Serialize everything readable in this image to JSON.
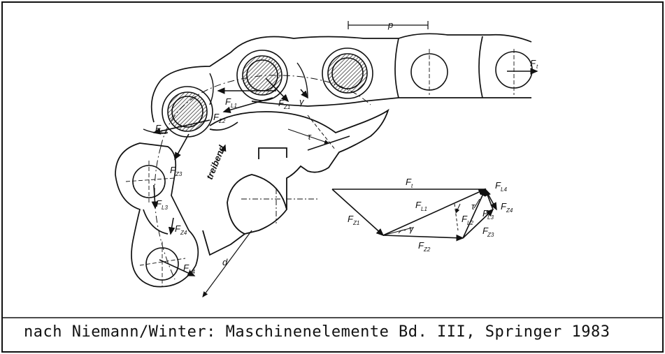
{
  "figure": {
    "caption": "nach Niemann/Winter: Maschinenelemente Bd. III, Springer 1983",
    "pitch_label": "p",
    "diameter_label": "d",
    "direction_label": "treibend",
    "gamma_label": "γ",
    "tau_label": "τ"
  },
  "chain_labels": {
    "Ft": "F",
    "Ft_sub": "t",
    "FL1": "F",
    "FL1_sub": "L1",
    "FZ1": "F",
    "FZ1_sub": "Z1",
    "FZ2": "F",
    "FZ2_sub": "Z2",
    "FL2": "F",
    "FL2_sub": "L2",
    "FZ3": "F",
    "FZ3_sub": "Z3",
    "FL3": "F",
    "FL3_sub": "L3",
    "FZ4": "F",
    "FZ4_sub": "Z4",
    "FL4": "F",
    "FL4_sub": "L4"
  },
  "polygon_labels": {
    "Ft": "F",
    "Ft_sub": "t",
    "FL1": "F",
    "FL1_sub": "L1",
    "FL2": "F",
    "FL2_sub": "L2",
    "FL3": "F",
    "FL3_sub": "L3",
    "FL4": "F",
    "FL4_sub": "L4",
    "FZ1": "F",
    "FZ1_sub": "Z1",
    "FZ2": "F",
    "FZ2_sub": "Z2",
    "FZ3": "F",
    "FZ3_sub": "Z3",
    "FZ4": "F",
    "FZ4_sub": "Z4",
    "gamma": "γ",
    "tau": "τ"
  }
}
